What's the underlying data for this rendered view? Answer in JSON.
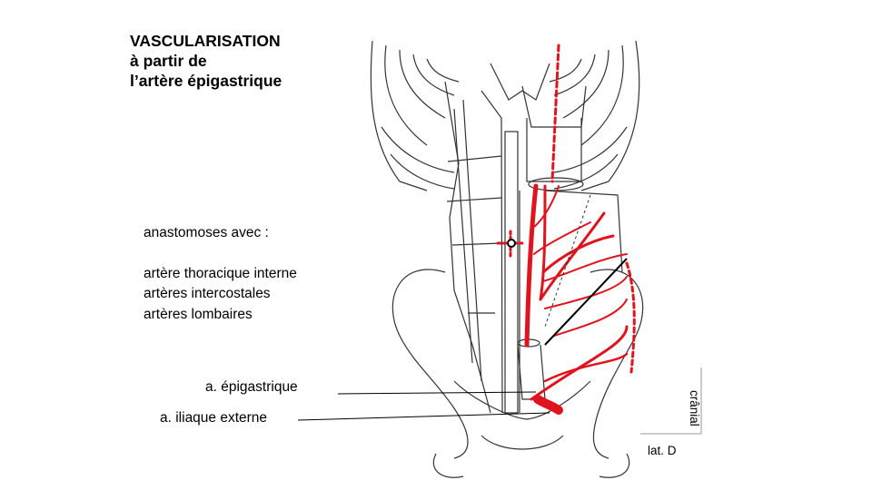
{
  "title": {
    "line1": "VASCULARISATION",
    "line2": "à partir de",
    "line3": "l’artère épigastrique"
  },
  "anastomoses": {
    "heading": "anastomoses avec :",
    "items": [
      "artère thoracique interne",
      "artères intercostales",
      "artères lombaires"
    ]
  },
  "labels": {
    "epigastrique": "a. épigastrique",
    "iliaque": "a. iliaque externe"
  },
  "orientation": {
    "lateral": "lat. D",
    "cranial": "crânial"
  },
  "colors": {
    "artery": "#e0141e",
    "line": "#333333"
  }
}
